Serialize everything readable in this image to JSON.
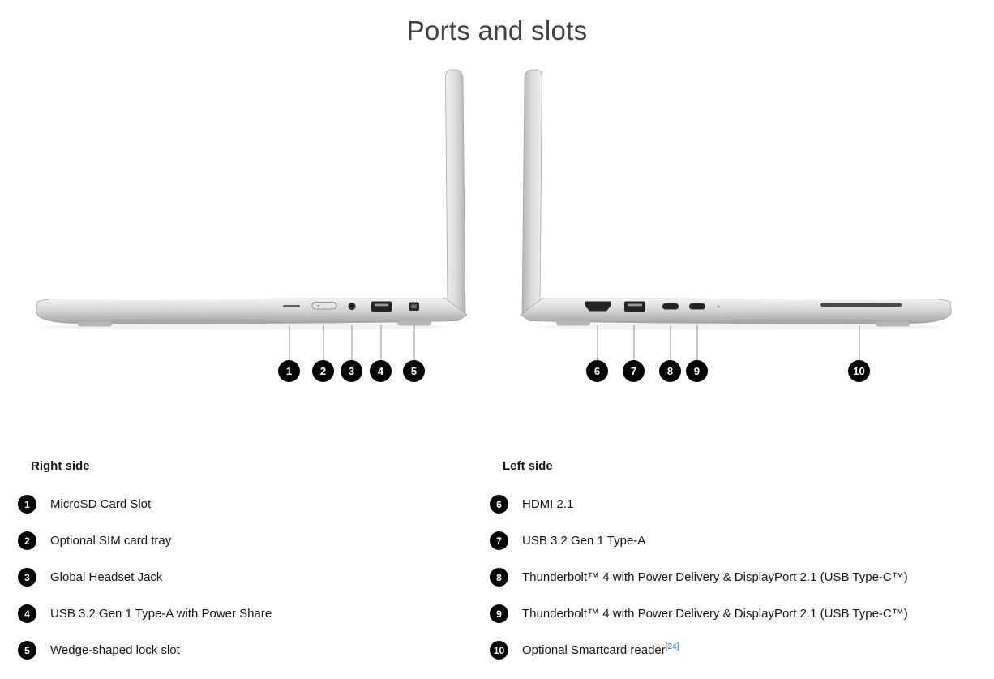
{
  "page": {
    "title": "Ports and slots"
  },
  "diagram": {
    "callouts": [
      "1",
      "2",
      "3",
      "4",
      "5",
      "6",
      "7",
      "8",
      "9",
      "10"
    ]
  },
  "legend": {
    "right": {
      "heading": "Right side",
      "items": [
        {
          "num": "1",
          "label": "MicroSD Card Slot"
        },
        {
          "num": "2",
          "label": "Optional SIM card tray"
        },
        {
          "num": "3",
          "label": "Global Headset Jack"
        },
        {
          "num": "4",
          "label": "USB 3.2 Gen 1 Type-A with Power Share"
        },
        {
          "num": "5",
          "label": "Wedge-shaped lock slot"
        }
      ]
    },
    "left": {
      "heading": "Left side",
      "items": [
        {
          "num": "6",
          "label": "HDMI 2.1"
        },
        {
          "num": "7",
          "label": "USB 3.2 Gen 1 Type-A"
        },
        {
          "num": "8",
          "label": "Thunderbolt™ 4 with Power Delivery & DisplayPort 2.1 (USB Type-C™)"
        },
        {
          "num": "9",
          "label": "Thunderbolt™ 4 with Power Delivery & DisplayPort 2.1 (USB Type-C™)"
        },
        {
          "num": "10",
          "label": "Optional Smartcard reader",
          "footnote": "[24]"
        }
      ]
    }
  },
  "colors": {
    "badge": "#000000",
    "badge_text": "#ffffff",
    "title_text": "#414141",
    "body_text": "#161616",
    "footnote_link": "#0672cb",
    "laptop_silver": "#d8d8d8",
    "port_dark": "#242424"
  }
}
